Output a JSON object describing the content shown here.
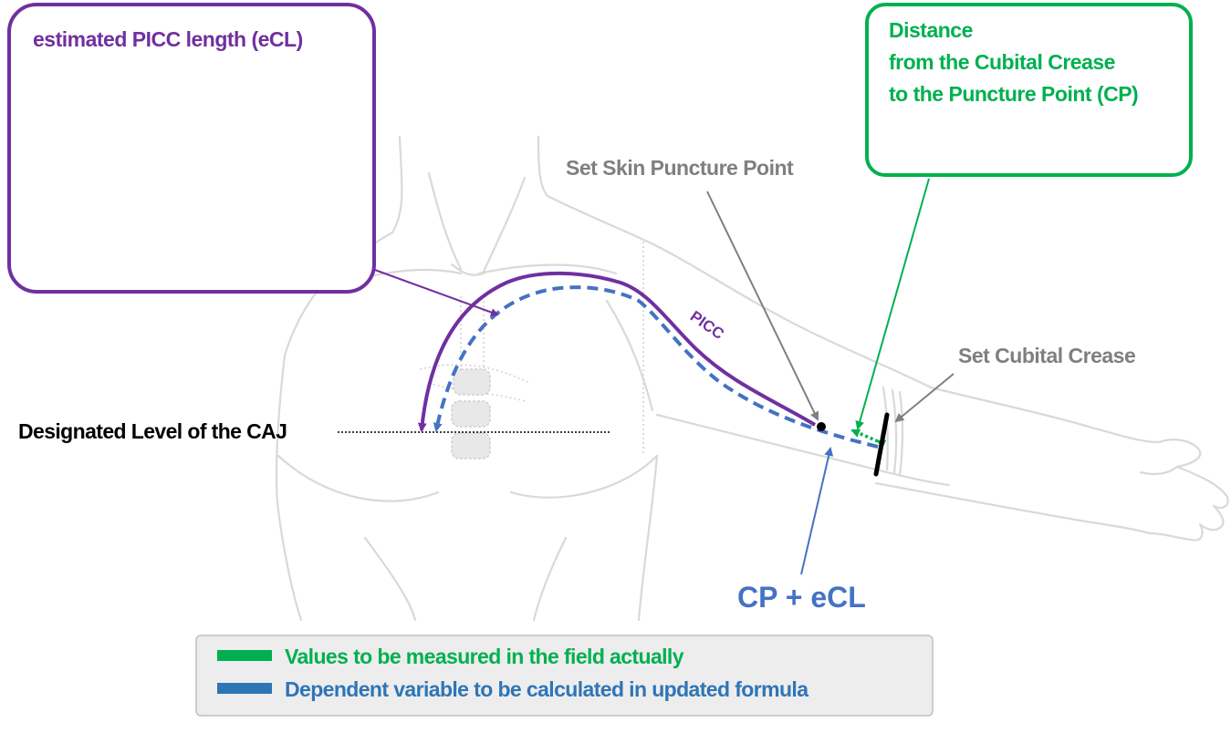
{
  "colors": {
    "purple": "#7030a0",
    "green": "#00b050",
    "blue": "#4472c4",
    "legend_blue": "#2e75b6",
    "gray_label": "#7f7f7f",
    "black": "#000000",
    "body_outline": "#d9d9d9",
    "legend_bg": "#ededed"
  },
  "boxes": {
    "ecl": {
      "title": "estimated PICC length (eCL)"
    },
    "distance": {
      "lines": [
        "Distance",
        "from the Cubital Crease",
        "to the Puncture Point (CP)"
      ]
    }
  },
  "labels": {
    "puncture_point": "Set Skin Puncture Point",
    "cubital_crease": "Set Cubital Crease",
    "caj_level": "Designated Level of the CAJ",
    "picc": "PICC",
    "cp_ecl": "CP + eCL"
  },
  "legend": {
    "items": [
      {
        "text": "Values to be measured in the field actually",
        "color": "#00b050"
      },
      {
        "text": "Dependent variable to be calculated in updated formula",
        "color": "#2e75b6"
      }
    ]
  }
}
